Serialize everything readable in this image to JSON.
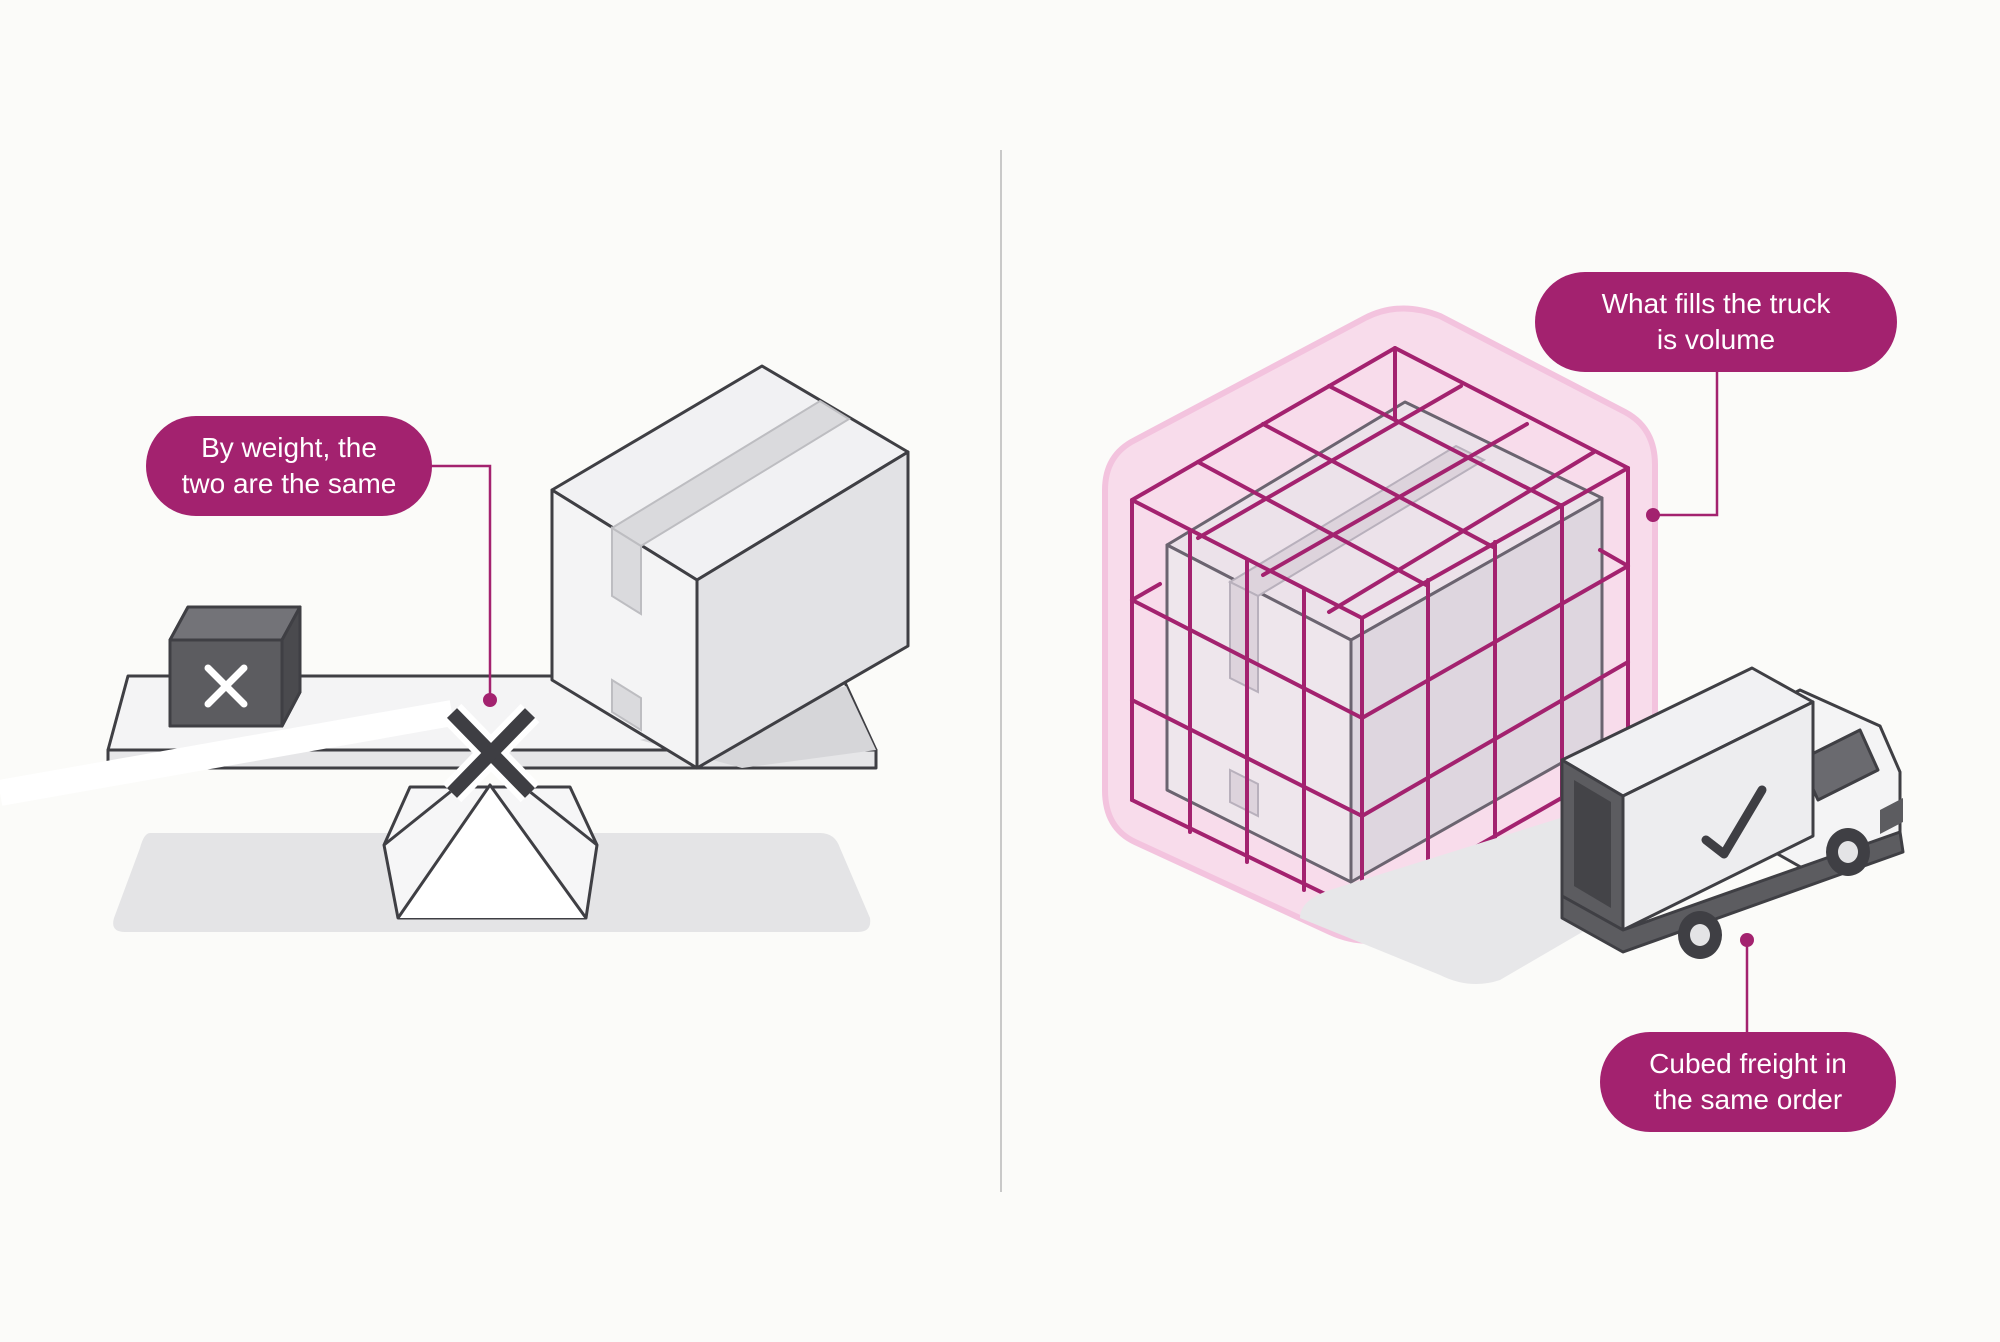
{
  "colors": {
    "background": "#fbfbf9",
    "accent": "#a3226f",
    "accent_glow": "#f6d3e6",
    "outline": "#3f3f44",
    "box_face_light": "#f4f4f5",
    "box_face_mid": "#e2e2e5",
    "dark_box": "#5c5c60",
    "divider": "#c9c9c9"
  },
  "left": {
    "callout": {
      "line1": "By weight, the",
      "line2": "two are the same"
    },
    "icons": [
      "small-dense-box-icon",
      "x-mark-icon",
      "large-box-icon",
      "seesaw-scale-icon"
    ]
  },
  "right": {
    "callout_top": {
      "line1": "What fills the truck",
      "line2": "is volume"
    },
    "callout_bottom": {
      "line1": "Cubed freight in",
      "line2": "the same order"
    },
    "icons": [
      "volume-cage-icon",
      "large-box-icon",
      "delivery-truck-icon",
      "checkmark-icon"
    ]
  }
}
